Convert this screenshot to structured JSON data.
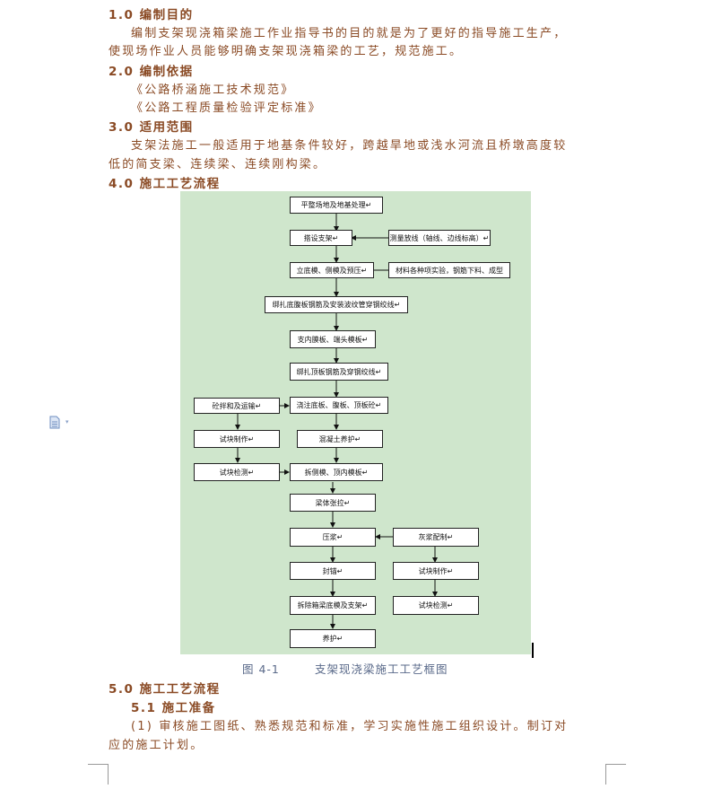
{
  "s1": {
    "heading": "1.0 编制目的",
    "line1": "编制支架现浇箱梁施工作业指导书的目的就是为了更好的指导施工生产，",
    "line2": "使现场作业人员能够明确支架现浇箱梁的工艺，规范施工。"
  },
  "s2": {
    "heading": "2.0 编制依据",
    "ref1": "《公路桥涵施工技术规范》",
    "ref2": "《公路工程质量检验评定标准》"
  },
  "s3": {
    "heading": "3.0 适用范围",
    "line1": "支架法施工一般适用于地基条件较好，跨越旱地或浅水河流且桥墩高度较",
    "line2": "低的简支梁、连续梁、连续刚构梁。"
  },
  "s4": {
    "heading": "4.0 施工工艺流程"
  },
  "flow": {
    "b1": "平整场地及地基处理↵",
    "b2": "搭设支架↵",
    "b3": "测量放线（轴线、边线标高）↵",
    "b4": "立底模、侧模及预压↵",
    "b5": "材料各种项实验，钢筋下料、成型",
    "b6": "绑扎底腹板钢筋及安装波纹管穿钢绞线↵",
    "b7": "支内膜板、端头模板↵",
    "b8": "绑扎顶板钢筋及穿钢绞线↵",
    "b9": "砼拌和及运输↵",
    "b10": "浇注底板、腹板、顶板砼↵",
    "b11": "试块制作↵",
    "b12": "混凝土养护↵",
    "b13": "试块检测↵",
    "b14": "拆侧模、顶内模板↵",
    "b15": "梁体张拉↵",
    "b16": "压浆↵",
    "b17": "灰浆配制↵",
    "b18": "封锚↵",
    "b19": "试块制作↵",
    "b20": "拆除箱梁底模及支架↵",
    "b21": "试块检测↵",
    "b22": "养护↵"
  },
  "caption": {
    "label": "图 4-1",
    "title": "支架现浇梁施工工艺框图"
  },
  "s5": {
    "heading": "5.0 施工工艺流程",
    "sub": "5.1 施工准备",
    "line1": "(1) 审核施工图纸、熟悉规范和标准，学习实施性施工组织设计。制订对",
    "line2": "应的施工计划。"
  }
}
